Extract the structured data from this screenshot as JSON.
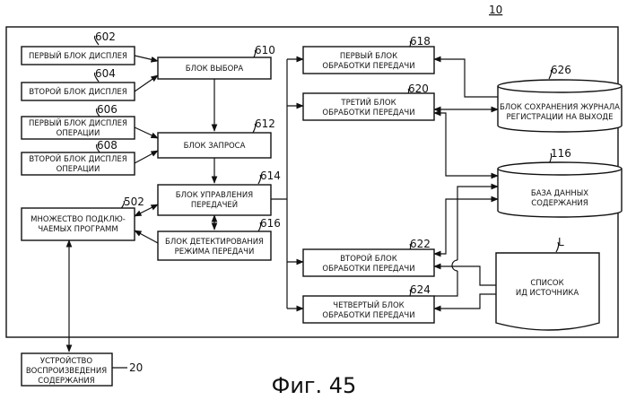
{
  "figure": {
    "caption": "Фиг. 45",
    "system_number": "10"
  },
  "blocks": {
    "b602": {
      "lines": [
        "ПЕРВЫЙ БЛОК ДИСПЛЕЯ"
      ],
      "number": "602"
    },
    "b604": {
      "lines": [
        "ВТОРОЙ БЛОК ДИСПЛЕЯ"
      ],
      "number": "604"
    },
    "b606": {
      "lines": [
        "ПЕРВЫЙ БЛОК ДИСПЛЕЯ",
        "ОПЕРАЦИИ"
      ],
      "number": "606"
    },
    "b608": {
      "lines": [
        "ВТОРОЙ БЛОК ДИСПЛЕЯ",
        "ОПЕРАЦИИ"
      ],
      "number": "608"
    },
    "b610": {
      "lines": [
        "БЛОК ВЫБОРА"
      ],
      "number": "610"
    },
    "b612": {
      "lines": [
        "БЛОК ЗАПРОСА"
      ],
      "number": "612"
    },
    "b614": {
      "lines": [
        "БЛОК УПРАВЛЕНИЯ",
        "ПЕРЕДАЧЕЙ"
      ],
      "number": "614"
    },
    "b616": {
      "lines": [
        "БЛОК ДЕТЕКТИРОВАНИЯ",
        "РЕЖИМА ПЕРЕДАЧИ"
      ],
      "number": "616"
    },
    "b502": {
      "lines": [
        "МНОЖЕСТВО ПОДКЛЮ-",
        "ЧАЕМЫХ ПРОГРАММ"
      ],
      "number": "502"
    },
    "b618": {
      "lines": [
        "ПЕРВЫЙ БЛОК",
        "ОБРАБОТКИ ПЕРЕДАЧИ"
      ],
      "number": "618"
    },
    "b620": {
      "lines": [
        "ТРЕТИЙ БЛОК",
        "ОБРАБОТКИ ПЕРЕДАЧИ"
      ],
      "number": "620"
    },
    "b622": {
      "lines": [
        "ВТОРОЙ БЛОК",
        "ОБРАБОТКИ ПЕРЕДАЧИ"
      ],
      "number": "622"
    },
    "b624": {
      "lines": [
        "ЧЕТВЕРТЫЙ БЛОК",
        "ОБРАБОТКИ ПЕРЕДАЧИ"
      ],
      "number": "624"
    },
    "b626": {
      "lines": [
        "БЛОК СОХРАНЕНИЯ ЖУРНАЛА",
        "РЕГИСТРАЦИИ НА ВЫХОДЕ"
      ],
      "number": "626"
    },
    "b116": {
      "lines": [
        "БАЗА ДАННЫХ",
        "СОДЕРЖАНИЯ"
      ],
      "number": "116"
    },
    "bL": {
      "lines": [
        "СПИСОК",
        "ИД ИСТОЧНИКА"
      ],
      "number": "L"
    },
    "b20": {
      "lines": [
        "УСТРОЙСТВО",
        "ВОСПРОИЗВЕДЕНИЯ",
        "СОДЕРЖАНИЯ"
      ],
      "number": "20"
    }
  }
}
